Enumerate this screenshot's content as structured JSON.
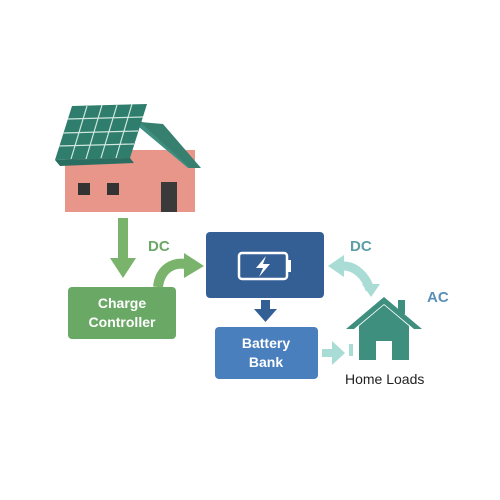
{
  "labels": {
    "dc_left": "DC",
    "dc_right": "DC",
    "ac": "AC",
    "charge_controller_line1": "Charge",
    "charge_controller_line2": "Controller",
    "battery_bank_line1": "Battery",
    "battery_bank_line2": "Bank",
    "home_loads": "Home Loads"
  },
  "icons": {
    "house": "solar-house-icon",
    "inverter": "battery-bolt-icon",
    "home": "home-icon"
  },
  "colors": {
    "solar_panel": "#2f7d6d",
    "house_wall": "#e8958a",
    "roof": "#3f8f80",
    "green_box": "#6aa865",
    "green_arrow": "#7ab36c",
    "inverter_box": "#345f95",
    "battery_bank_box": "#4a7fbe",
    "light_arrow": "#a8dcd4",
    "home_icon": "#3f8f7f",
    "dc_text": "#6aa865",
    "dc_right_text": "#5b9ea6",
    "ac_text": "#5b8fb8"
  }
}
